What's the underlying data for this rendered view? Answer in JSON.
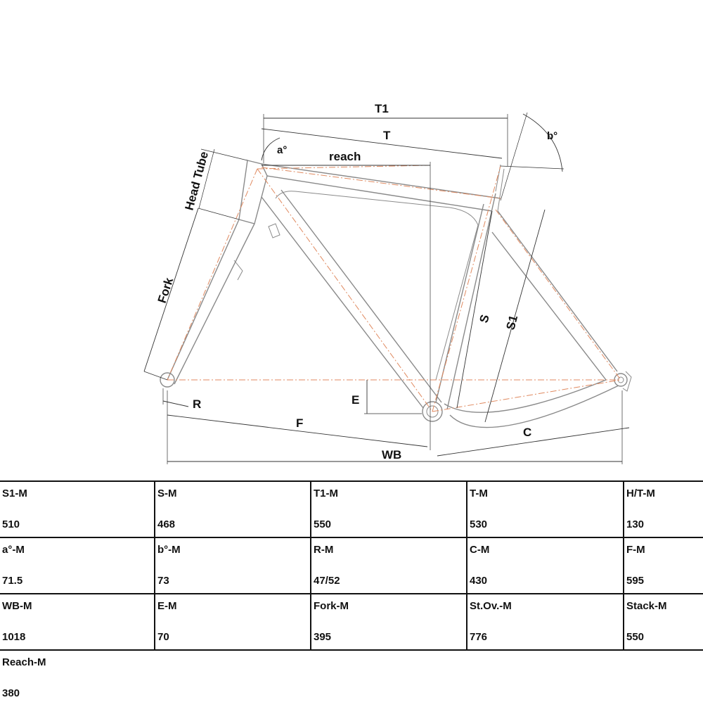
{
  "diagram": {
    "labels": {
      "t1": "T1",
      "t": "T",
      "b_angle": "b°",
      "a_angle": "a°",
      "reach": "reach",
      "head_tube": "Head Tube",
      "fork": "Fork",
      "s": "S",
      "s1": "S1",
      "e": "E",
      "r": "R",
      "f": "F",
      "c": "C",
      "wb": "WB"
    },
    "colors": {
      "frame": "#8a8a8a",
      "centerline": "#e08a60",
      "dimension": "#333333"
    }
  },
  "specs": {
    "rows": [
      [
        {
          "label": "S1-M",
          "value": "510"
        },
        {
          "label": "S-M",
          "value": "468"
        },
        {
          "label": "T1-M",
          "value": "550"
        },
        {
          "label": "T-M",
          "value": "530"
        },
        {
          "label": "H/T-M",
          "value": "130"
        }
      ],
      [
        {
          "label": "a°-M",
          "value": "71.5"
        },
        {
          "label": "b°-M",
          "value": "73"
        },
        {
          "label": "R-M",
          "value": "47/52"
        },
        {
          "label": "C-M",
          "value": "430"
        },
        {
          "label": "F-M",
          "value": "595"
        }
      ],
      [
        {
          "label": "WB-M",
          "value": "1018"
        },
        {
          "label": "E-M",
          "value": "70"
        },
        {
          "label": "Fork-M",
          "value": "395"
        },
        {
          "label": "St.Ov.-M",
          "value": "776"
        },
        {
          "label": "Stack-M",
          "value": "550"
        }
      ],
      [
        {
          "label": "Reach-M",
          "value": "380"
        }
      ]
    ]
  }
}
